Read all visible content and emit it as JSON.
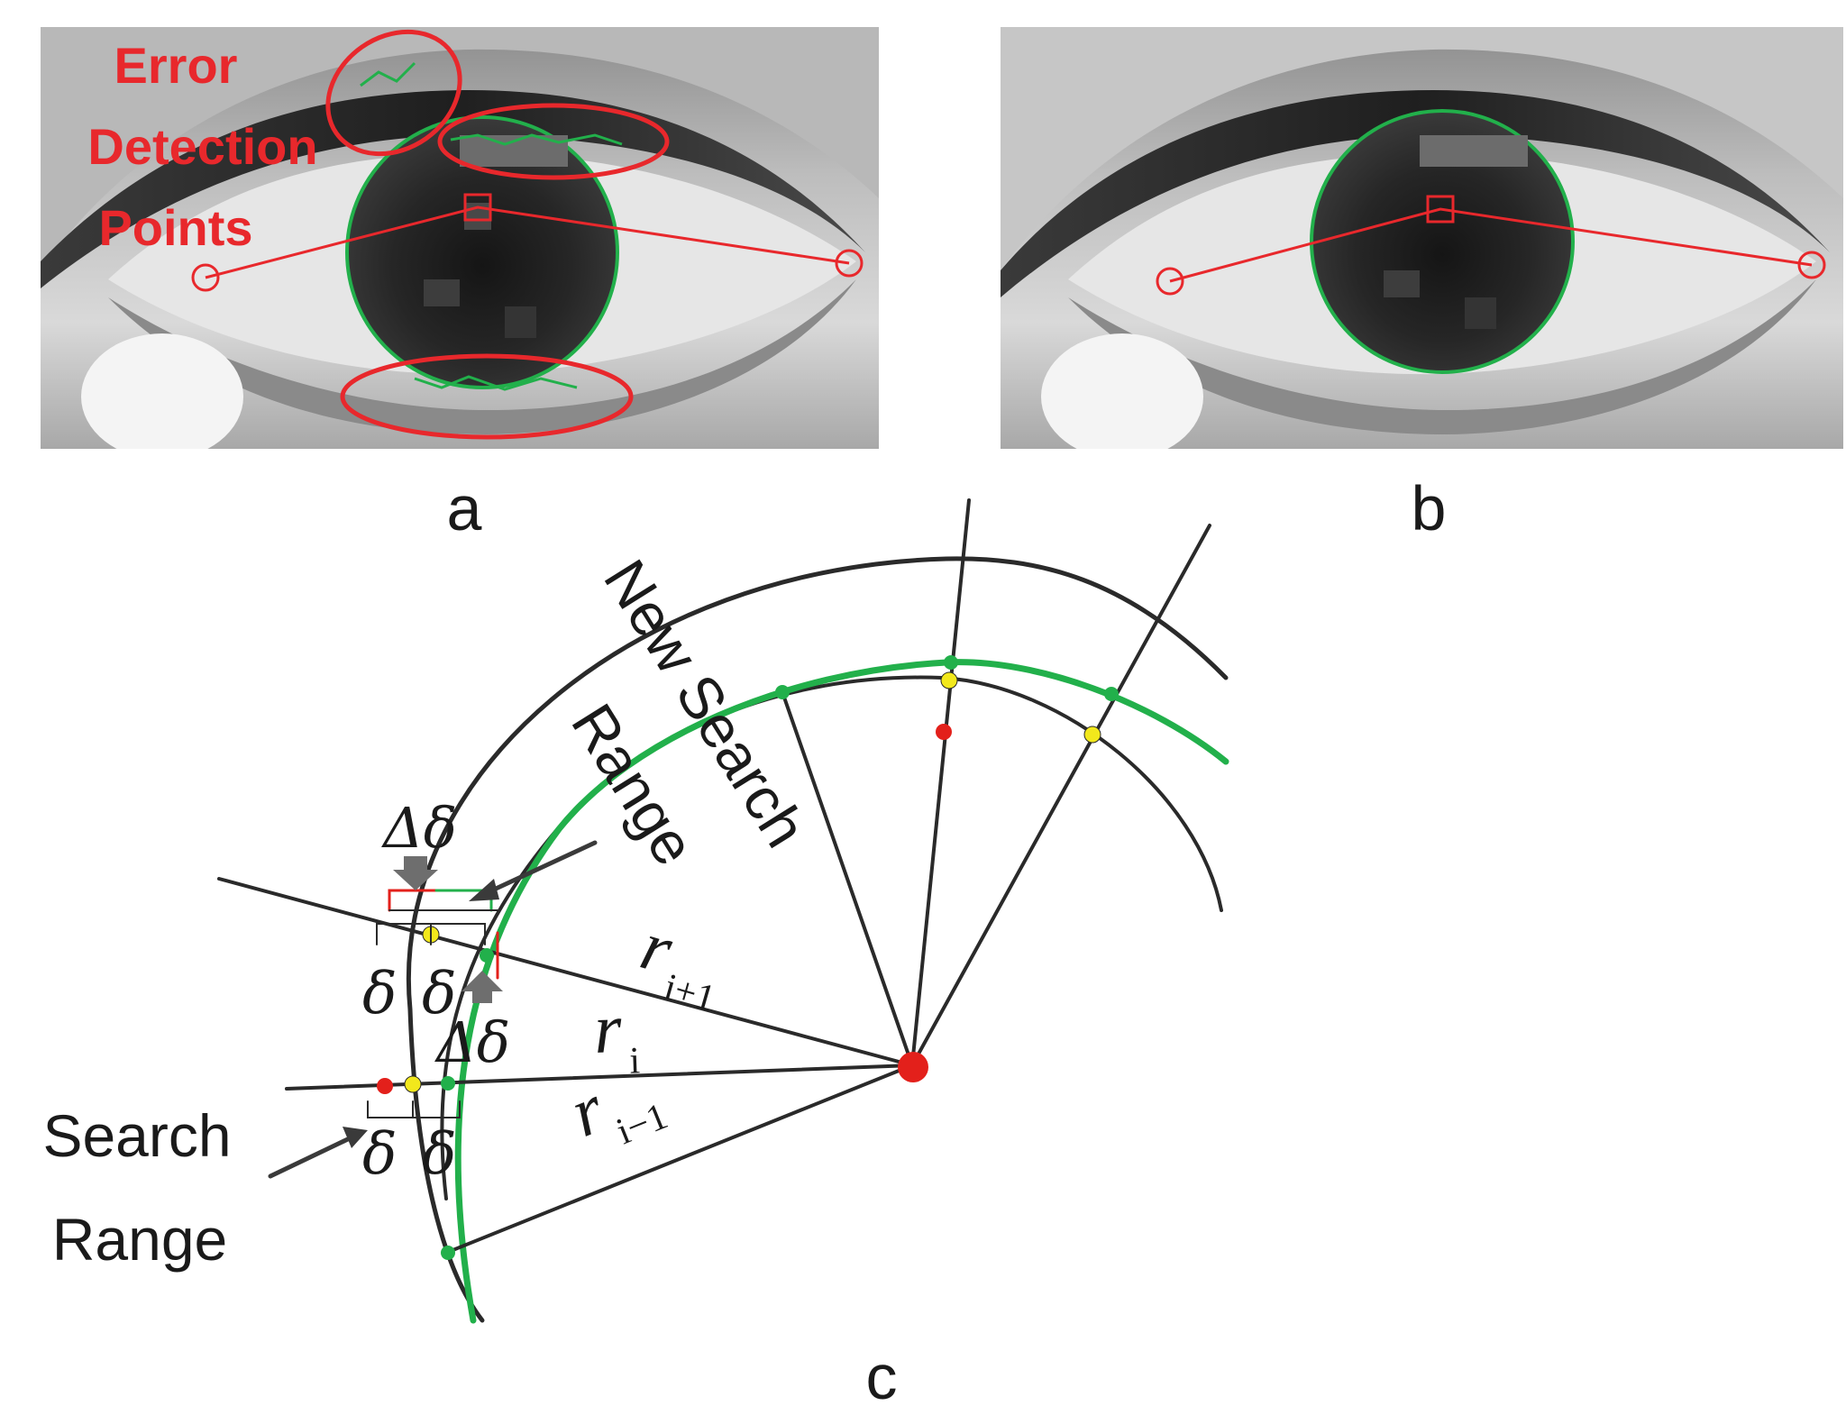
{
  "panels": {
    "a": "a",
    "b": "b",
    "c": "c"
  },
  "annotation": {
    "line1": "Error",
    "line2": "Detection",
    "line3": "Points"
  },
  "labels": {
    "new_search": "New Search",
    "range": "Range",
    "search": "Search",
    "search_range_2": "Range",
    "delta": "δ",
    "delta_delta": "Δδ",
    "r": "r",
    "sub_i_plus_1": "i+1",
    "sub_i": "i",
    "sub_i_minus_1": "i−1"
  },
  "colors": {
    "annotation_red": "#e8282c",
    "contour_green": "#22b04b",
    "point_yellow": "#f2e81c",
    "point_red": "#e3201b",
    "line_dark": "#2a2a2a"
  }
}
